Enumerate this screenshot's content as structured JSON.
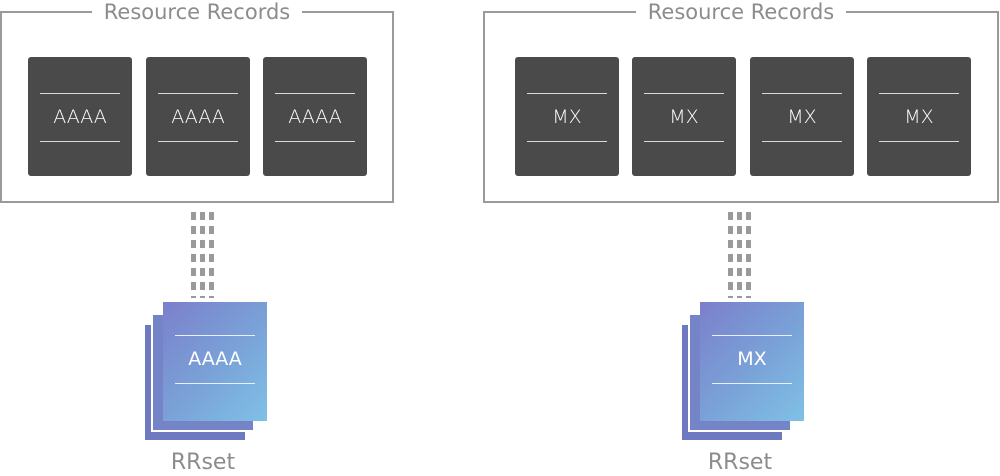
{
  "groups": [
    {
      "title": "Resource Records",
      "records": [
        "AAAA",
        "AAAA",
        "AAAA"
      ],
      "rrset_label": "AAAA",
      "caption": "RRset"
    },
    {
      "title": "Resource Records",
      "records": [
        "MX",
        "MX",
        "MX",
        "MX"
      ],
      "rrset_label": "MX",
      "caption": "RRset"
    }
  ]
}
